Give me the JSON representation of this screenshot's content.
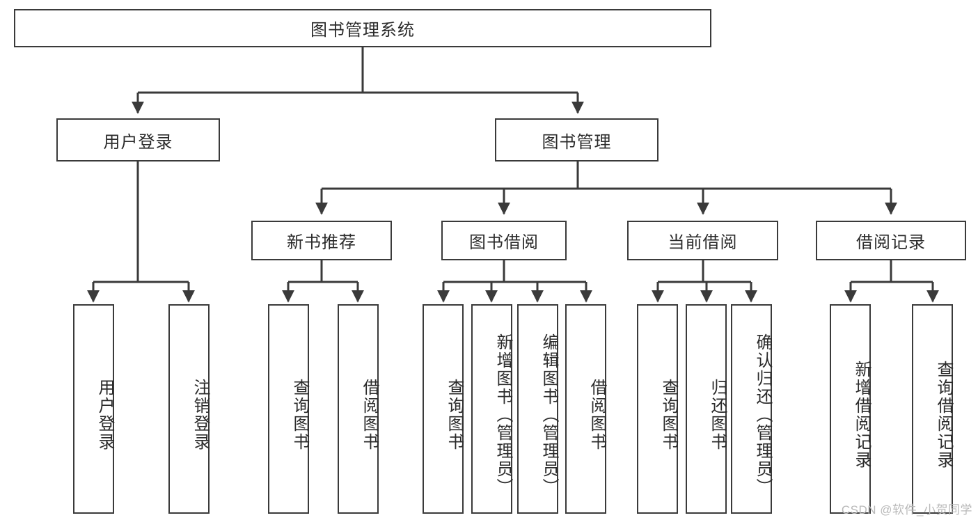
{
  "diagram": {
    "type": "tree-hierarchy-chart",
    "title": "图书管理系统",
    "root": {
      "id": "root",
      "label": "图书管理系统"
    },
    "level1": [
      {
        "id": "user-login",
        "label": "用户登录"
      },
      {
        "id": "book-management",
        "label": "图书管理"
      }
    ],
    "level2": [
      {
        "id": "new-book-recommend",
        "label": "新书推荐",
        "parent": "book-management"
      },
      {
        "id": "book-borrow",
        "label": "图书借阅",
        "parent": "book-management"
      },
      {
        "id": "current-borrow",
        "label": "当前借阅",
        "parent": "book-management"
      },
      {
        "id": "borrow-record",
        "label": "借阅记录",
        "parent": "book-management"
      }
    ],
    "leaves": {
      "user_login": [
        {
          "id": "leaf-user-login",
          "label": "用户登录"
        },
        {
          "id": "leaf-logout",
          "label": "注销登录"
        }
      ],
      "new_book_recommend": [
        {
          "id": "leaf-query-book-1",
          "label": "查询图书"
        },
        {
          "id": "leaf-borrow-book-1",
          "label": "借阅图书"
        }
      ],
      "book_borrow": [
        {
          "id": "leaf-query-book-2",
          "label": "查询图书"
        },
        {
          "id": "leaf-add-book",
          "label": "新增图书（管理员）"
        },
        {
          "id": "leaf-edit-book",
          "label": "编辑图书（管理员）"
        },
        {
          "id": "leaf-borrow-book-2",
          "label": "借阅图书"
        }
      ],
      "current_borrow": [
        {
          "id": "leaf-query-book-3",
          "label": "查询图书"
        },
        {
          "id": "leaf-return-book",
          "label": "归还图书"
        },
        {
          "id": "leaf-confirm-return",
          "label": "确认归还（管理员）"
        }
      ],
      "borrow_record": [
        {
          "id": "leaf-add-record",
          "label": "新增借阅记录"
        },
        {
          "id": "leaf-query-record",
          "label": "查询借阅记录"
        }
      ]
    }
  },
  "watermark": {
    "text": "CSDN @软件_小贺同学"
  },
  "colors": {
    "border": "#3a3a3a",
    "background": "#ffffff",
    "text": "#2b2b2b",
    "watermark": "#b9b9b9"
  }
}
